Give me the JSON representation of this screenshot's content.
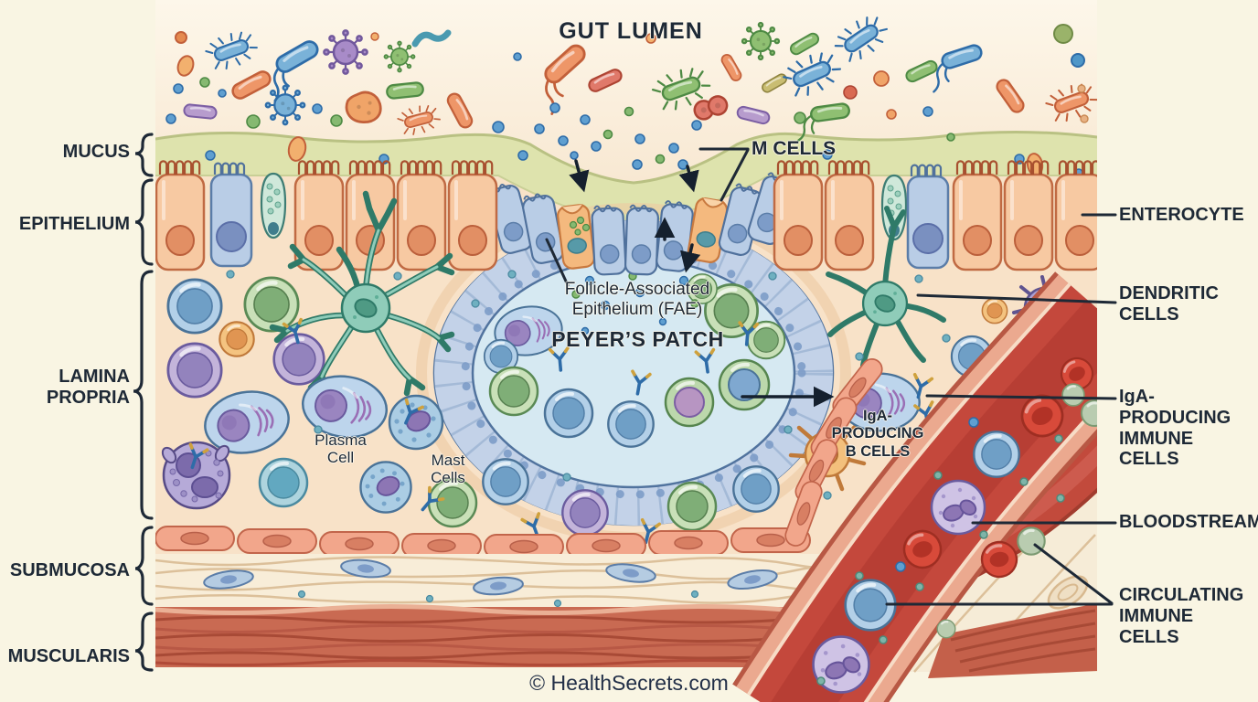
{
  "figure": {
    "title": "GUT LUMEN",
    "copyright": "© HealthSecrets.com"
  },
  "layer_labels": {
    "mucus": "MUCUS",
    "epithelium": "EPITHELIUM",
    "lamina_propria": "LAMINA\nPROPRIA",
    "submucosa": "SUBMUCOSA",
    "muscularis": "MUSCULARIS"
  },
  "structure_labels": {
    "m_cells": "M CELLS",
    "fae": "Follicle-Associated\nEpithelium (FAE)",
    "peyers_patch": "PEYER’S PATCH",
    "plasma_cell": "Plasma\nCell",
    "mast_cells": "Mast\nCells",
    "iga_b_cells": "IgA-\nPRODUCING\nB CELLS",
    "enterocyte": "ENTEROCYTE",
    "dendritic_cells": "DENDRITIC\nCELLS",
    "iga_immune_cells": "IgA-PRODUCING\nIMMUNE CELLS",
    "bloodstream": "BLOODSTREAM",
    "circulating_immune_cells": "CIRCULATING\nIMMUNE CELLS"
  },
  "palette": {
    "label_color": "#1e2936",
    "background": "#f9f5e3",
    "lumen": "#fdf6e8",
    "mucus": "#dce3ac",
    "epithelium_cell": "#f7c9a2",
    "peyers_patch_interior": "#d6e9f2",
    "vessel_lumen": "#c4483c",
    "muscularis": "#c96a52"
  }
}
